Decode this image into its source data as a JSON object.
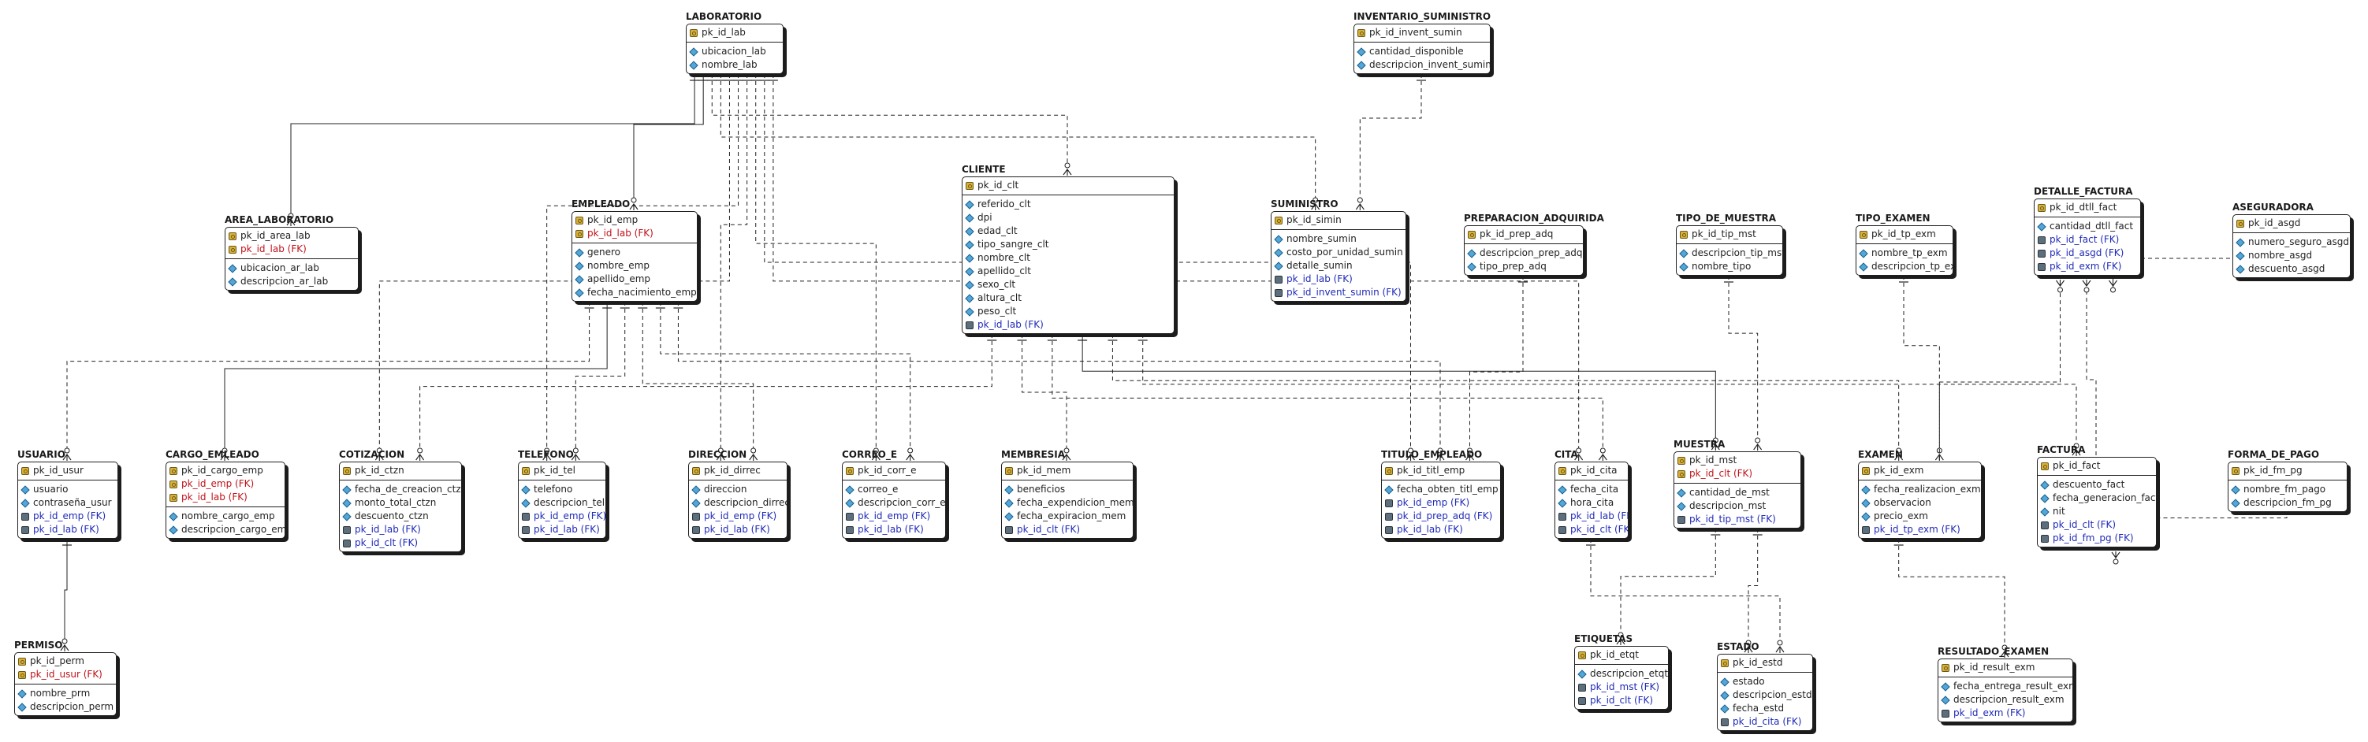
{
  "diagram": {
    "entities": [
      {
        "id": "laboratorio",
        "title": "LABORATORIO",
        "pk": [
          {
            "name": "pk_id_lab",
            "kind": "pk"
          }
        ],
        "attrs": [
          {
            "name": "ubicacion_lab",
            "kind": "attr"
          },
          {
            "name": "nombre_lab",
            "kind": "attr"
          }
        ]
      },
      {
        "id": "inventario_suministro",
        "title": "INVENTARIO_SUMINISTRO",
        "pk": [
          {
            "name": "pk_id_invent_sumin",
            "kind": "pk"
          }
        ],
        "attrs": [
          {
            "name": "cantidad_disponible",
            "kind": "attr"
          },
          {
            "name": "descripcion_invent_sumin",
            "kind": "attr"
          }
        ]
      },
      {
        "id": "area_laboratorio",
        "title": "AREA_LABORATORIO",
        "pk": [
          {
            "name": "pk_id_area_lab",
            "kind": "pk"
          },
          {
            "name": "pk_id_lab (FK)",
            "kind": "pkfk"
          }
        ],
        "attrs": [
          {
            "name": "ubicacion_ar_lab",
            "kind": "attr"
          },
          {
            "name": "descripcion_ar_lab",
            "kind": "attr"
          }
        ]
      },
      {
        "id": "empleado",
        "title": "EMPLEADO",
        "pk": [
          {
            "name": "pk_id_emp",
            "kind": "pk"
          },
          {
            "name": "pk_id_lab (FK)",
            "kind": "pkfk"
          }
        ],
        "attrs": [
          {
            "name": "genero",
            "kind": "attr"
          },
          {
            "name": "nombre_emp",
            "kind": "attr"
          },
          {
            "name": "apellido_emp",
            "kind": "attr"
          },
          {
            "name": "fecha_nacimiento_emp",
            "kind": "attr"
          }
        ]
      },
      {
        "id": "cliente",
        "title": "CLIENTE",
        "pk": [
          {
            "name": "pk_id_clt",
            "kind": "pk"
          }
        ],
        "attrs": [
          {
            "name": "referido_clt",
            "kind": "attr"
          },
          {
            "name": "dpi",
            "kind": "attr"
          },
          {
            "name": "edad_clt",
            "kind": "attr"
          },
          {
            "name": "tipo_sangre_clt",
            "kind": "attr"
          },
          {
            "name": "nombre_clt",
            "kind": "attr"
          },
          {
            "name": "apellido_clt",
            "kind": "attr"
          },
          {
            "name": "sexo_clt",
            "kind": "attr"
          },
          {
            "name": "altura_clt",
            "kind": "attr"
          },
          {
            "name": "peso_clt",
            "kind": "attr"
          },
          {
            "name": "pk_id_lab (FK)",
            "kind": "fk"
          }
        ]
      },
      {
        "id": "suministro",
        "title": "SUMINISTRO",
        "pk": [
          {
            "name": "pk_id_simin",
            "kind": "pk"
          }
        ],
        "attrs": [
          {
            "name": "nombre_sumin",
            "kind": "attr"
          },
          {
            "name": "costo_por_unidad_sumin",
            "kind": "attr"
          },
          {
            "name": "detalle_sumin",
            "kind": "attr"
          },
          {
            "name": "pk_id_lab (FK)",
            "kind": "fk"
          },
          {
            "name": "pk_id_invent_sumin (FK)",
            "kind": "fk"
          }
        ]
      },
      {
        "id": "preparacion_adquirida",
        "title": "PREPARACION_ADQUIRIDA",
        "pk": [
          {
            "name": "pk_id_prep_adq",
            "kind": "pk"
          }
        ],
        "attrs": [
          {
            "name": "descripcion_prep_adq",
            "kind": "attr"
          },
          {
            "name": "tipo_prep_adq",
            "kind": "attr"
          }
        ]
      },
      {
        "id": "tipo_de_muestra",
        "title": "TIPO_DE_MUESTRA",
        "pk": [
          {
            "name": "pk_id_tip_mst",
            "kind": "pk"
          }
        ],
        "attrs": [
          {
            "name": "descripcion_tip_mst",
            "kind": "attr"
          },
          {
            "name": "nombre_tipo",
            "kind": "attr"
          }
        ]
      },
      {
        "id": "tipo_examen",
        "title": "TIPO_EXAMEN",
        "pk": [
          {
            "name": "pk_id_tp_exm",
            "kind": "pk"
          }
        ],
        "attrs": [
          {
            "name": "nombre_tp_exm",
            "kind": "attr"
          },
          {
            "name": "descripcion_tp_exm",
            "kind": "attr"
          }
        ]
      },
      {
        "id": "detalle_factura",
        "title": "DETALLE_FACTURA",
        "pk": [
          {
            "name": "pk_id_dtll_fact",
            "kind": "pk"
          }
        ],
        "attrs": [
          {
            "name": "cantidad_dtll_fact",
            "kind": "attr"
          },
          {
            "name": "pk_id_fact (FK)",
            "kind": "fk"
          },
          {
            "name": "pk_id_asgd (FK)",
            "kind": "fk"
          },
          {
            "name": "pk_id_exm (FK)",
            "kind": "fk"
          }
        ]
      },
      {
        "id": "aseguradora",
        "title": "ASEGURADORA",
        "pk": [
          {
            "name": "pk_id_asgd",
            "kind": "pk"
          }
        ],
        "attrs": [
          {
            "name": "numero_seguro_asgd",
            "kind": "attr"
          },
          {
            "name": "nombre_asgd",
            "kind": "attr"
          },
          {
            "name": "descuento_asgd",
            "kind": "attr"
          }
        ]
      },
      {
        "id": "usuario",
        "title": "USUARIO",
        "pk": [
          {
            "name": "pk_id_usur",
            "kind": "pk"
          }
        ],
        "attrs": [
          {
            "name": "usuario",
            "kind": "attr"
          },
          {
            "name": "contraseña_usur",
            "kind": "attr"
          },
          {
            "name": "pk_id_emp (FK)",
            "kind": "fk"
          },
          {
            "name": "pk_id_lab (FK)",
            "kind": "fk"
          }
        ]
      },
      {
        "id": "cargo_emleado",
        "title": "CARGO_EMLEADO",
        "pk": [
          {
            "name": "pk_id_cargo_emp",
            "kind": "pk"
          },
          {
            "name": "pk_id_emp (FK)",
            "kind": "pkfk"
          },
          {
            "name": "pk_id_lab (FK)",
            "kind": "pkfk"
          }
        ],
        "attrs": [
          {
            "name": "nombre_cargo_emp",
            "kind": "attr"
          },
          {
            "name": "descripcion_cargo_emp",
            "kind": "attr"
          }
        ]
      },
      {
        "id": "cotizacion",
        "title": "COTIZACION",
        "pk": [
          {
            "name": "pk_id_ctzn",
            "kind": "pk"
          }
        ],
        "attrs": [
          {
            "name": "fecha_de_creacion_ctzn",
            "kind": "attr"
          },
          {
            "name": "monto_total_ctzn",
            "kind": "attr"
          },
          {
            "name": "descuento_ctzn",
            "kind": "attr"
          },
          {
            "name": "pk_id_lab (FK)",
            "kind": "fk"
          },
          {
            "name": "pk_id_clt (FK)",
            "kind": "fk"
          }
        ]
      },
      {
        "id": "telefono",
        "title": "TELEFONO",
        "pk": [
          {
            "name": "pk_id_tel",
            "kind": "pk"
          }
        ],
        "attrs": [
          {
            "name": "telefono",
            "kind": "attr"
          },
          {
            "name": "descripcion_tel",
            "kind": "attr"
          },
          {
            "name": "pk_id_emp (FK)",
            "kind": "fk"
          },
          {
            "name": "pk_id_lab (FK)",
            "kind": "fk"
          }
        ]
      },
      {
        "id": "direccion",
        "title": "DIRECCION",
        "pk": [
          {
            "name": "pk_id_dirrec",
            "kind": "pk"
          }
        ],
        "attrs": [
          {
            "name": "direccion",
            "kind": "attr"
          },
          {
            "name": "descripcion_dirrec",
            "kind": "attr"
          },
          {
            "name": "pk_id_emp (FK)",
            "kind": "fk"
          },
          {
            "name": "pk_id_lab (FK)",
            "kind": "fk"
          }
        ]
      },
      {
        "id": "correo_e",
        "title": "CORREO_E",
        "pk": [
          {
            "name": "pk_id_corr_e",
            "kind": "pk"
          }
        ],
        "attrs": [
          {
            "name": "correo_e",
            "kind": "attr"
          },
          {
            "name": "descripcion_corr_e",
            "kind": "attr"
          },
          {
            "name": "pk_id_emp (FK)",
            "kind": "fk"
          },
          {
            "name": "pk_id_lab (FK)",
            "kind": "fk"
          }
        ]
      },
      {
        "id": "membresia",
        "title": "MEMBRESIA",
        "pk": [
          {
            "name": "pk_id_mem",
            "kind": "pk"
          }
        ],
        "attrs": [
          {
            "name": "beneficios",
            "kind": "attr"
          },
          {
            "name": "fecha_expendicion_mem",
            "kind": "attr"
          },
          {
            "name": "fecha_expiracion_mem",
            "kind": "attr"
          },
          {
            "name": "pk_id_clt (FK)",
            "kind": "fk"
          }
        ]
      },
      {
        "id": "titulo_empleado",
        "title": "TITULO_EMPLEADO",
        "pk": [
          {
            "name": "pk_id_titl_emp",
            "kind": "pk"
          }
        ],
        "attrs": [
          {
            "name": "fecha_obten_titl_emp",
            "kind": "attr"
          },
          {
            "name": "pk_id_emp (FK)",
            "kind": "fk"
          },
          {
            "name": "pk_id_prep_adq (FK)",
            "kind": "fk"
          },
          {
            "name": "pk_id_lab (FK)",
            "kind": "fk"
          }
        ]
      },
      {
        "id": "cita",
        "title": "CITA",
        "pk": [
          {
            "name": "pk_id_cita",
            "kind": "pk"
          }
        ],
        "attrs": [
          {
            "name": "fecha_cita",
            "kind": "attr"
          },
          {
            "name": "hora_cita",
            "kind": "attr"
          },
          {
            "name": "pk_id_lab (FK)",
            "kind": "fk"
          },
          {
            "name": "pk_id_clt (FK)",
            "kind": "fk"
          }
        ]
      },
      {
        "id": "muestra",
        "title": "MUESTRA",
        "pk": [
          {
            "name": "pk_id_mst",
            "kind": "pk"
          },
          {
            "name": "pk_id_clt (FK)",
            "kind": "pkfk"
          }
        ],
        "attrs": [
          {
            "name": "cantidad_de_mst",
            "kind": "attr"
          },
          {
            "name": "descripcion_mst",
            "kind": "attr"
          },
          {
            "name": "pk_id_tip_mst (FK)",
            "kind": "fk"
          }
        ]
      },
      {
        "id": "examen",
        "title": "EXAMEN",
        "pk": [
          {
            "name": "pk_id_exm",
            "kind": "pk"
          }
        ],
        "attrs": [
          {
            "name": "fecha_realizacion_exm",
            "kind": "attr"
          },
          {
            "name": "observacion",
            "kind": "attr"
          },
          {
            "name": "precio_exm",
            "kind": "attr"
          },
          {
            "name": "pk_id_tp_exm (FK)",
            "kind": "fk"
          }
        ]
      },
      {
        "id": "factura",
        "title": "FACTURA",
        "pk": [
          {
            "name": "pk_id_fact",
            "kind": "pk"
          }
        ],
        "attrs": [
          {
            "name": "descuento_fact",
            "kind": "attr"
          },
          {
            "name": "fecha_generacion_fact",
            "kind": "attr"
          },
          {
            "name": "nit",
            "kind": "attr"
          },
          {
            "name": "pk_id_clt (FK)",
            "kind": "fk"
          },
          {
            "name": "pk_id_fm_pg (FK)",
            "kind": "fk"
          }
        ]
      },
      {
        "id": "forma_de_pago",
        "title": "FORMA_DE_PAGO",
        "pk": [
          {
            "name": "pk_id_fm_pg",
            "kind": "pk"
          }
        ],
        "attrs": [
          {
            "name": "nombre_fm_pago",
            "kind": "attr"
          },
          {
            "name": "descripcion_fm_pg",
            "kind": "attr"
          }
        ]
      },
      {
        "id": "permiso",
        "title": "PERMISO",
        "pk": [
          {
            "name": "pk_id_perm",
            "kind": "pk"
          },
          {
            "name": "pk_id_usur (FK)",
            "kind": "pkfk"
          }
        ],
        "attrs": [
          {
            "name": "nombre_prm",
            "kind": "attr"
          },
          {
            "name": "descripcion_perm",
            "kind": "attr"
          }
        ]
      },
      {
        "id": "etiquetas",
        "title": "ETIQUETAS",
        "pk": [
          {
            "name": "pk_id_etqt",
            "kind": "pk"
          }
        ],
        "attrs": [
          {
            "name": "descripcion_etqt",
            "kind": "attr"
          },
          {
            "name": "pk_id_mst (FK)",
            "kind": "fk"
          },
          {
            "name": "pk_id_clt (FK)",
            "kind": "fk"
          }
        ]
      },
      {
        "id": "estado",
        "title": "ESTADO",
        "pk": [
          {
            "name": "pk_id_estd",
            "kind": "pk"
          }
        ],
        "attrs": [
          {
            "name": "estado",
            "kind": "attr"
          },
          {
            "name": "descripcion_estd",
            "kind": "attr"
          },
          {
            "name": "fecha_estd",
            "kind": "attr"
          },
          {
            "name": "pk_id_cita (FK)",
            "kind": "fk"
          }
        ]
      },
      {
        "id": "resultado_examen",
        "title": "RESULTADO_EXAMEN",
        "pk": [
          {
            "name": "pk_id_result_exm",
            "kind": "pk"
          }
        ],
        "attrs": [
          {
            "name": "fecha_entrega_result_exm",
            "kind": "attr"
          },
          {
            "name": "descripcion_result_exm",
            "kind": "attr"
          },
          {
            "name": "pk_id_exm (FK)",
            "kind": "fk"
          }
        ]
      }
    ],
    "relationships": [
      {
        "from": "laboratorio",
        "to": "area_laboratorio",
        "style": "identifying"
      },
      {
        "from": "laboratorio",
        "to": "empleado",
        "style": "identifying"
      },
      {
        "from": "laboratorio",
        "to": "cliente",
        "style": "non-identifying"
      },
      {
        "from": "laboratorio",
        "to": "suministro",
        "style": "non-identifying"
      },
      {
        "from": "laboratorio",
        "to": "cotizacion",
        "style": "non-identifying"
      },
      {
        "from": "laboratorio",
        "to": "telefono",
        "style": "non-identifying"
      },
      {
        "from": "laboratorio",
        "to": "direccion",
        "style": "non-identifying"
      },
      {
        "from": "laboratorio",
        "to": "correo_e",
        "style": "non-identifying"
      },
      {
        "from": "laboratorio",
        "to": "titulo_empleado",
        "style": "non-identifying"
      },
      {
        "from": "laboratorio",
        "to": "cita",
        "style": "non-identifying"
      },
      {
        "from": "inventario_suministro",
        "to": "suministro",
        "style": "non-identifying"
      },
      {
        "from": "empleado",
        "to": "usuario",
        "style": "non-identifying"
      },
      {
        "from": "empleado",
        "to": "cargo_emleado",
        "style": "identifying"
      },
      {
        "from": "empleado",
        "to": "telefono",
        "style": "non-identifying"
      },
      {
        "from": "empleado",
        "to": "direccion",
        "style": "non-identifying"
      },
      {
        "from": "empleado",
        "to": "correo_e",
        "style": "non-identifying"
      },
      {
        "from": "empleado",
        "to": "titulo_empleado",
        "style": "non-identifying"
      },
      {
        "from": "cliente",
        "to": "cotizacion",
        "style": "non-identifying"
      },
      {
        "from": "cliente",
        "to": "membresia",
        "style": "non-identifying"
      },
      {
        "from": "cliente",
        "to": "cita",
        "style": "non-identifying"
      },
      {
        "from": "cliente",
        "to": "muestra",
        "style": "identifying"
      },
      {
        "from": "cliente",
        "to": "examen",
        "style": "non-identifying"
      },
      {
        "from": "cliente",
        "to": "factura",
        "style": "non-identifying"
      },
      {
        "from": "usuario",
        "to": "permiso",
        "style": "identifying"
      },
      {
        "from": "preparacion_adquirida",
        "to": "titulo_empleado",
        "style": "non-identifying"
      },
      {
        "from": "tipo_de_muestra",
        "to": "muestra",
        "style": "non-identifying"
      },
      {
        "from": "tipo_examen",
        "to": "examen",
        "style": "non-identifying"
      },
      {
        "from": "muestra",
        "to": "etiquetas",
        "style": "non-identifying"
      },
      {
        "from": "muestra",
        "to": "estado",
        "style": "non-identifying"
      },
      {
        "from": "cita",
        "to": "estado",
        "style": "non-identifying"
      },
      {
        "from": "examen",
        "to": "resultado_examen",
        "style": "non-identifying"
      },
      {
        "from": "examen",
        "to": "detalle_factura",
        "style": "non-identifying"
      },
      {
        "from": "factura",
        "to": "detalle_factura",
        "style": "non-identifying"
      },
      {
        "from": "aseguradora",
        "to": "detalle_factura",
        "style": "non-identifying"
      },
      {
        "from": "forma_de_pago",
        "to": "factura",
        "style": "non-identifying"
      }
    ]
  },
  "colors": {
    "line": "#202020",
    "fk_text": "#1f2ab8",
    "pkfk_text": "#c0121a",
    "attr_diamond": "#53a7d8",
    "key_icon": "#d9b13a"
  }
}
